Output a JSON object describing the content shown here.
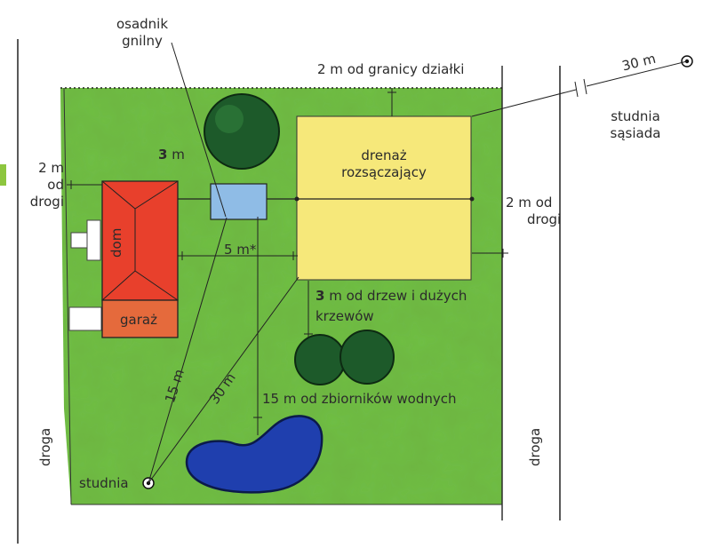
{
  "labels": {
    "septic_line1": "osadnik",
    "septic_line2": "gnilny",
    "plot_border": "2 m od granicy działki",
    "neighbor_dist": "30 m",
    "neighbor_well_line1": "studnia",
    "neighbor_well_line2": "sąsiada",
    "road_left_line1": "2 m",
    "road_left_line2": "od",
    "road_left_line3": "drogi",
    "dist_3m_num": "3",
    "dist_3m_unit": " m",
    "drainage_line1": "drenaż",
    "drainage_line2": "rozsączający",
    "road_right_line1": "2 m od",
    "road_right_line2": "drogi",
    "house": "dom",
    "dist_5m": "5 m*",
    "garage": "garaż",
    "trees_line1_num": "3",
    "trees_line1_text": " m od drzew i dużych",
    "trees_line2": "krzewów",
    "dist_15m": "15 m",
    "dist_30m": "30 m",
    "water_dist": "15 m od zbiorników wodnych",
    "road_left": "droga",
    "road_right": "droga",
    "well": "studnia"
  },
  "colors": {
    "lawn": "#6fbf45",
    "house": "#e8402c",
    "garage": "#e56a3c",
    "septic_tank": "#8fbce6",
    "drainage_field": "#f6e87a",
    "pond": "#1f3fae",
    "tree": "#1d5a2a",
    "accent": "#8dc63f"
  }
}
